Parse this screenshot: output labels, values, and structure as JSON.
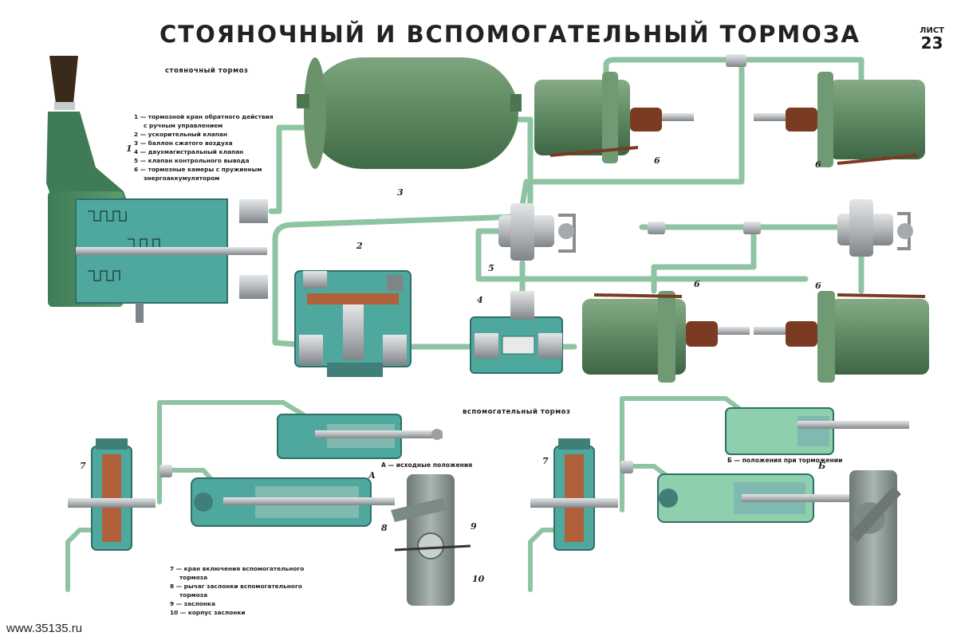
{
  "title": "СТОЯНОЧНЫЙ И ВСПОМОГАТЕЛЬНЫЙ ТОРМОЗА",
  "sheet": {
    "label": "ЛИСТ",
    "number": "23"
  },
  "parking_section": {
    "heading": "стояночный тормоз",
    "legend": [
      "1 — тормозной кран обратного действия",
      "с ручным управлением",
      "2 — ускорительный клапан",
      "3 — баллон сжатого воздуха",
      "4 — двухмагистральный клапан",
      "5 — клапан контрольного вывода",
      "6 — тормозные камеры с пружинным",
      "энергоаккумулятором"
    ]
  },
  "aux_section": {
    "heading": "вспомогательный тормоз",
    "state_a": "А — исходные положения",
    "state_b": "Б — положения при торможении",
    "legend": [
      "7 — кран включения вспомогательного",
      "тормоза",
      "8 — рычаг заслонки вспомогательного",
      "тормоза",
      "9 — заслонка",
      "10 — корпус заслонки"
    ]
  },
  "callouts": {
    "n1": "1",
    "n2": "2",
    "n3": "3",
    "n4": "4",
    "n5": "5",
    "n6a": "6",
    "n6b": "6",
    "n6c": "6",
    "n6d": "6",
    "n7a": "7",
    "n7b": "7",
    "n8": "8",
    "n9": "9",
    "n10": "10",
    "na": "А",
    "nb": "Б"
  },
  "footer": {
    "site": "www.35135.ru"
  },
  "colors": {
    "pipe": "#8fc4a3",
    "tank": "#5f8a62",
    "body_teal": "#4fa89e",
    "steel": "#b9bcbf",
    "rubber": "#7a3b22",
    "handle": "#3a2a1c",
    "lever": "#7c8a85"
  }
}
